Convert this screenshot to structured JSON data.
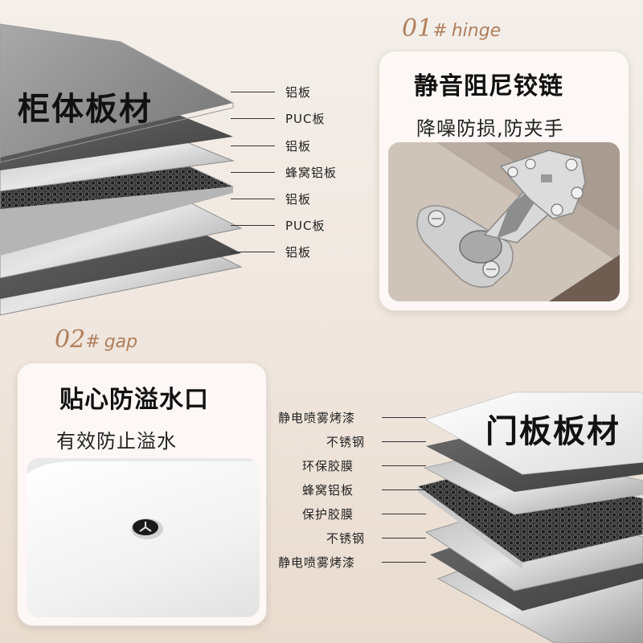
{
  "cabinet": {
    "title": "柜体板材",
    "layers": [
      "铝板",
      "PUC板",
      "铝板",
      "蜂窝铝板",
      "铝板",
      "PUC板",
      "铝板"
    ]
  },
  "hinge": {
    "number": "01",
    "symbol": "#",
    "word": "hinge",
    "title": "静音阻尼铰链",
    "subtitle": "降噪防损,防夹手"
  },
  "gap": {
    "number": "02",
    "symbol": "#",
    "word": "gap",
    "title": "贴心防溢水口",
    "subtitle": "有效防止溢水"
  },
  "door": {
    "title": "门板板材",
    "layers": [
      "静电喷雾烤漆",
      "不锈钢",
      "环保胶膜",
      "蜂窝铝板",
      "保护胶膜",
      "不锈钢",
      "静电喷雾烤漆"
    ]
  }
}
